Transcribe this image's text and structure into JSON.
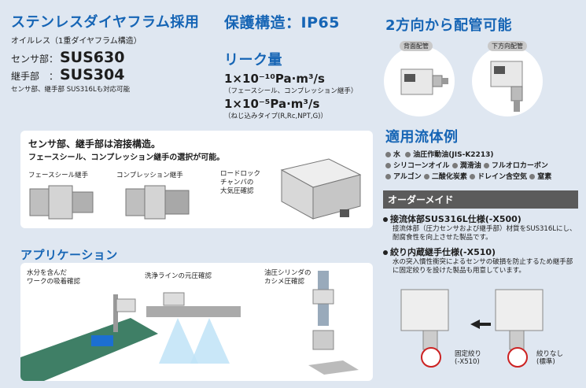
{
  "stainless": {
    "title": "ステンレスダイヤフラム採用",
    "subtitle": "オイルレス（1重ダイヤフラム構造）",
    "sensor_label": "センサ部：",
    "sensor_value": "SUS630",
    "joint_label": "継手部　：",
    "joint_value": "SUS304",
    "note": "センサ部、継手部 SUS316Lも対応可能"
  },
  "protection": {
    "title": "保護構造：IP65"
  },
  "leak": {
    "title": "リーク量",
    "rate1": "1×10⁻¹⁰Pa·m³/s",
    "rate1_note": "（フェースシール、コンプレッション継手）",
    "rate2": "1×10⁻⁵Pa·m³/s",
    "rate2_note": "（ねじ込みタイプ(R,Rc,NPT,G)）"
  },
  "piping": {
    "title": "2方向から配管可能",
    "back_label": "背面配管",
    "down_label": "下方向配管"
  },
  "welded": {
    "title": "センサ部、継手部は溶接構造。",
    "desc": "フェースシール、コンプレッション継手の選択が可能。",
    "face_seal": "フェースシール継手",
    "compression": "コンプレッション継手",
    "roadlock": "ロードロック\nチャンバの\n大気圧確認"
  },
  "fluids": {
    "title": "適用流体例",
    "rows": [
      [
        "水",
        "油圧作動油(JIS-K2213)"
      ],
      [
        "シリコーンオイル",
        "潤滑油",
        "フルオロカーボン"
      ],
      [
        "アルゴン",
        "二酸化炭素",
        "ドレイン含空気",
        "窒素"
      ]
    ]
  },
  "custom": {
    "banner": "オーダーメイド",
    "item1_title": "接流体部SUS316L仕様(-X500)",
    "item1_desc": "接流体部（圧力センサおよび継手部）材質をSUS316Lにし、耐腐食性を向上させた製品です。",
    "item2_title": "絞り内蔵継手仕様(-X510)",
    "item2_desc": "水の突入慣性衝突によるセンサの破損を防止するため継手部に固定絞りを設けた製品も用意しています。",
    "fixed_label": "固定絞り\n(-X510)",
    "none_label": "絞りなし\n(標準)"
  },
  "application": {
    "title": "アプリケーション",
    "item1": "水分を含んだ\nワークの吸着確認",
    "item2": "洗浄ラインの元圧確認",
    "item3": "油圧シリンダの\nカシメ圧確認"
  },
  "colors": {
    "accent_blue": "#1665b5",
    "background": "#dfe7f1"
  }
}
